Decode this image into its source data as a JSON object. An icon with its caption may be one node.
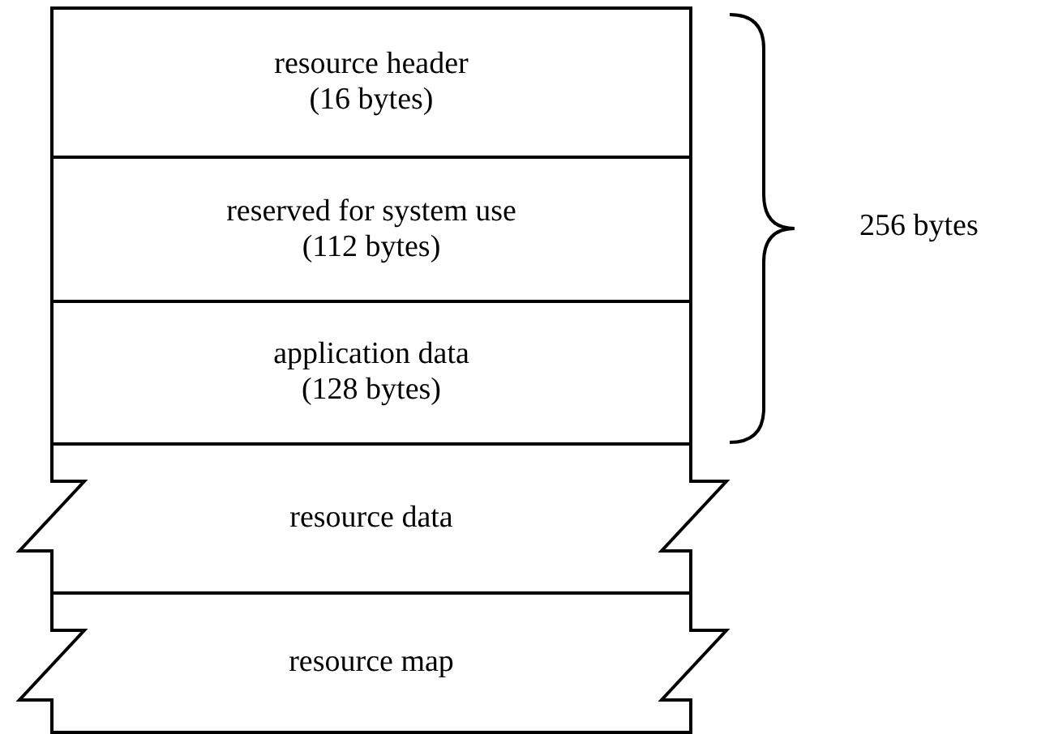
{
  "diagram": {
    "nodes": [
      {
        "text": [
          "resource header",
          "(16 bytes)"
        ]
      },
      {
        "text": [
          "reserved for system use",
          "(112 bytes)"
        ]
      },
      {
        "text": [
          "application data",
          "(128 bytes)"
        ]
      },
      {
        "text": [
          "resource data"
        ]
      },
      {
        "text": [
          "resource map"
        ]
      }
    ],
    "labels": [
      "256 bytes"
    ]
  }
}
